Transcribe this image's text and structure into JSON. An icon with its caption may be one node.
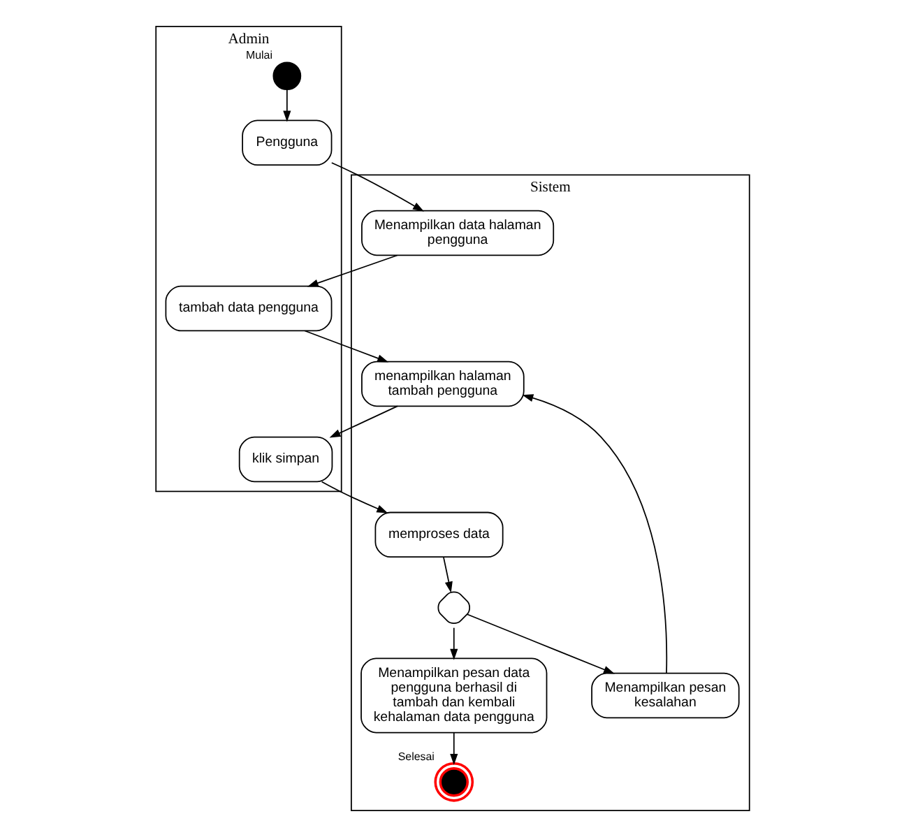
{
  "diagram": {
    "nodes": [
      {
        "text": [
          "Admin"
        ]
      },
      {
        "text": [
          "Sistem"
        ]
      },
      {
        "text": [],
        "shape": "circle",
        "in": 0,
        "beside": [
          "Mulai"
        ]
      },
      {
        "text": [
          "Pengguna"
        ],
        "in": 0
      },
      {
        "text": [
          "Menampilkan data halaman pengguna"
        ],
        "in": 1
      },
      {
        "text": [
          "tambah data pengguna"
        ],
        "in": 0
      },
      {
        "text": [
          "menampilkan halaman tambah pengguna"
        ],
        "in": 1
      },
      {
        "text": [
          "klik simpan"
        ],
        "in": 0
      },
      {
        "text": [
          "memproses data"
        ],
        "in": 1
      },
      {
        "text": [],
        "shape": "diamond",
        "in": 1
      },
      {
        "text": [
          "Menampilkan pesan kesalahan"
        ],
        "in": 1
      },
      {
        "text": [
          "Menampilkan pesan data pengguna berhasil di tambah dan kembali kehalaman data pengguna"
        ],
        "in": 1
      },
      {
        "text": [],
        "shape": "circle",
        "in": 1,
        "beside": [
          "Selesai"
        ]
      }
    ],
    "edges": [
      {
        "from": 2,
        "to": 3,
        "arrow": "to"
      },
      {
        "from": 3,
        "to": 4,
        "arrow": "to"
      },
      {
        "from": 4,
        "to": 5,
        "arrow": "to"
      },
      {
        "from": 5,
        "to": 6,
        "arrow": "to"
      },
      {
        "from": 6,
        "to": 7,
        "arrow": "to"
      },
      {
        "from": 7,
        "to": 8,
        "arrow": "to"
      },
      {
        "from": 8,
        "to": 9,
        "arrow": "to"
      },
      {
        "from": 9,
        "to": 10,
        "arrow": "to"
      },
      {
        "from": 10,
        "to": 6,
        "arrow": "to"
      },
      {
        "from": 9,
        "to": 11,
        "arrow": "to"
      },
      {
        "from": 11,
        "to": 12,
        "arrow": "to"
      }
    ]
  }
}
